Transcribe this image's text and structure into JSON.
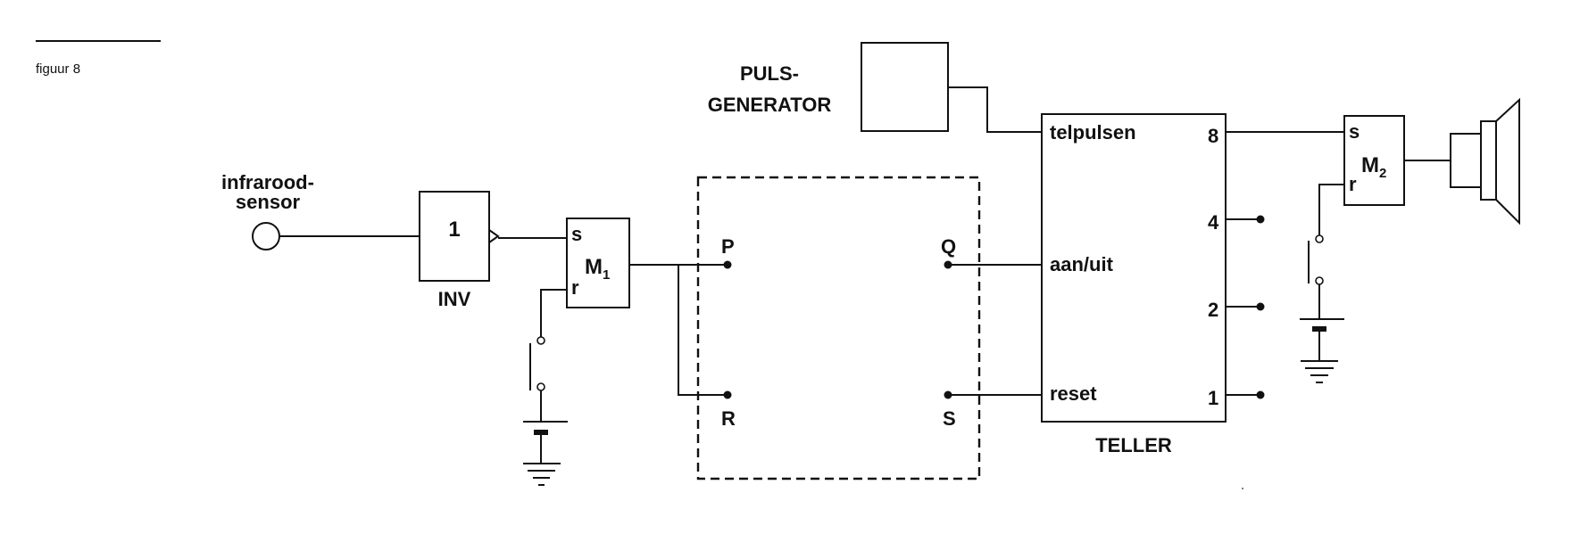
{
  "figure": {
    "caption": "figuur 8"
  },
  "sensor": {
    "label_line1": "infrarood-",
    "label_line2": "sensor"
  },
  "inverter": {
    "symbol": "1",
    "name": "INV"
  },
  "memory1": {
    "s": "s",
    "r": "r",
    "name": "M",
    "sub": "1"
  },
  "memory2": {
    "s": "s",
    "r": "r",
    "name": "M",
    "sub": "2"
  },
  "mystery_box": {
    "p": "P",
    "r": "R",
    "q": "Q",
    "s": "S"
  },
  "pulse_generator": {
    "label_line1": "PULS-",
    "label_line2": "GENERATOR"
  },
  "counter": {
    "name": "TELLER",
    "inputs": {
      "count": "telpulsen",
      "onoff": "aan/uit",
      "reset": "reset"
    },
    "outputs": {
      "o8": "8",
      "o4": "4",
      "o2": "2",
      "o1": "1"
    }
  }
}
